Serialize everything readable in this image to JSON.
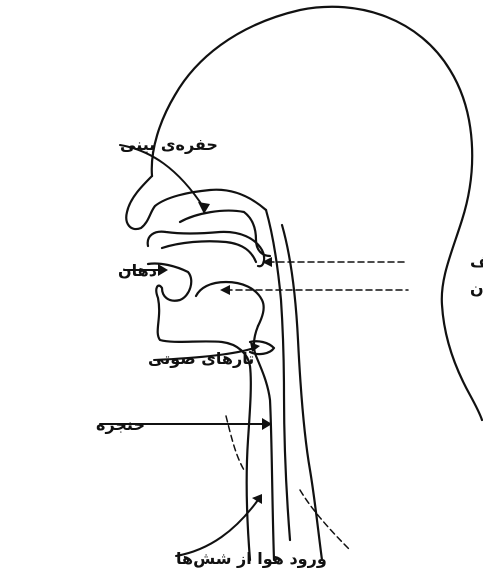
{
  "labels": {
    "nasal_cavity": "حفره‌ی بینی",
    "mouth": "دهان",
    "palate": "سقف",
    "tongue": "زبان",
    "vocal_cords": "تارهای صوتی",
    "larynx": "حنجره",
    "air_from_lungs": "ورود هوا از شش‌ها"
  },
  "colors": {
    "ink": "#111111",
    "background": "#ffffff"
  }
}
